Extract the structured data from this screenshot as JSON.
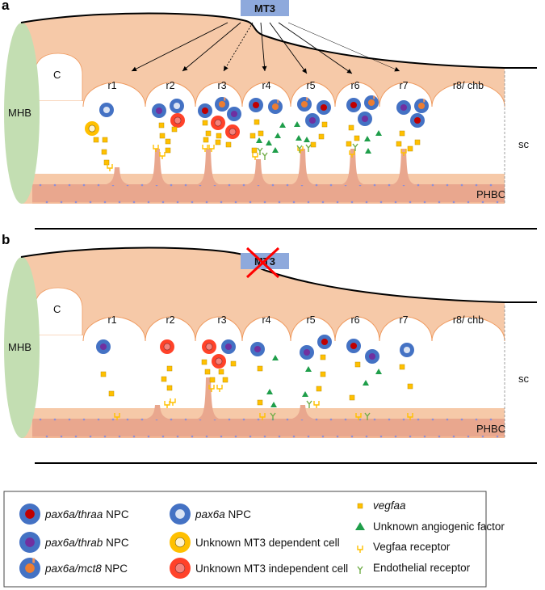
{
  "figure": {
    "colors": {
      "peach": "#f6c9a8",
      "peach_stroke": "#ef9a5f",
      "vessel": "#e9a78e",
      "vessel_dots": "#8e90d6",
      "mhb_green": "#c3deb2",
      "mt3_box": "#8ea9dc",
      "npc_outer": "#4472c4",
      "thraa_inner": "#c00000",
      "thrab_inner": "#7030a0",
      "mct8_inner": "#ed7d31",
      "pax6a_inner": "#dae3f3",
      "dependent_outer": "#ffc000",
      "dependent_inner": "#fff2cc",
      "independent_outer": "#ff4229",
      "independent_inner": "#f4827b",
      "vegfaa": "#ffc000",
      "angio": "#1f9e4a",
      "vegfaa_receptor": "#ffc000",
      "endo_receptor": "#70ad47",
      "knockout_x": "#ff0000"
    },
    "regions": [
      "r1",
      "r2",
      "r3",
      "r4",
      "r5",
      "r6",
      "r7",
      "r8/ chb"
    ],
    "cerebellum_label": "C",
    "mhb_label": "MHB",
    "sc_label": "sc",
    "phbc_label": "PHBC",
    "mt3_label": "MT3"
  },
  "panels": [
    {
      "letter": "a",
      "mt3_knocked_out": false,
      "mt3_arrows_to": [
        "r1",
        "r2",
        "r3",
        "r4",
        "r5",
        "r6",
        "r7"
      ],
      "mt3_dashed_arrow_to": "r3",
      "cells": {
        "r1": [
          "pax6a",
          "unknown_mt3_dependent"
        ],
        "r2": [
          "pax6a_thrab",
          "pax6a",
          "unknown_mt3_independent"
        ],
        "r3": [
          "pax6a_thraa",
          "pax6a_mct8",
          "pax6a_thrab",
          "unknown_mt3_independent",
          "unknown_mt3_independent"
        ],
        "r4": [
          "pax6a_thraa",
          "pax6a_mct8"
        ],
        "r5": [
          "pax6a_mct8",
          "pax6a_thraa",
          "pax6a_thrab"
        ],
        "r6": [
          "pax6a_thraa",
          "pax6a_mct8",
          "pax6a_thrab"
        ],
        "r7": [
          "pax6a_thrab",
          "pax6a_mct8",
          "pax6a_thraa"
        ]
      },
      "sprouting_vessels": [
        "r1",
        "r2",
        "r3",
        "r4",
        "r5",
        "r6",
        "r7"
      ]
    },
    {
      "letter": "b",
      "mt3_knocked_out": true,
      "cells": {
        "r1": [
          "pax6a_thrab"
        ],
        "r2": [
          "unknown_mt3_independent"
        ],
        "r3": [
          "unknown_mt3_independent",
          "pax6a_thrab",
          "unknown_mt3_independent"
        ],
        "r4": [
          "pax6a_thrab"
        ],
        "r5": [
          "pax6a_thrab",
          "pax6a_thraa"
        ],
        "r6": [
          "pax6a_thraa",
          "pax6a_thrab"
        ],
        "r7": [
          "pax6a"
        ]
      },
      "sprouting_vessels": [
        "r2",
        "r3",
        "r5"
      ]
    }
  ],
  "legend": {
    "cells": [
      {
        "key": "pax6a_thraa",
        "italic": "pax6a/thraa",
        "plain": " NPC"
      },
      {
        "key": "pax6a_thrab",
        "italic": "pax6a/thrab",
        "plain": " NPC"
      },
      {
        "key": "pax6a_mct8",
        "italic": "pax6a/mct8",
        "plain": " NPC"
      },
      {
        "key": "pax6a",
        "italic": "pax6a",
        "plain": " NPC"
      },
      {
        "key": "unknown_mt3_dependent",
        "italic": "",
        "plain": "Unknown MT3 dependent cell"
      },
      {
        "key": "unknown_mt3_independent",
        "italic": "",
        "plain": "Unknown MT3 independent cell"
      }
    ],
    "factors": [
      {
        "key": "vegfaa",
        "italic": "vegfaa",
        "plain": ""
      },
      {
        "key": "angio",
        "italic": "",
        "plain": "Unknown angiogenic factor"
      },
      {
        "key": "vegfaa_receptor",
        "italic": "",
        "plain": "Vegfaa receptor"
      },
      {
        "key": "endo_receptor",
        "italic": "",
        "plain": "Endothelial receptor"
      }
    ]
  }
}
